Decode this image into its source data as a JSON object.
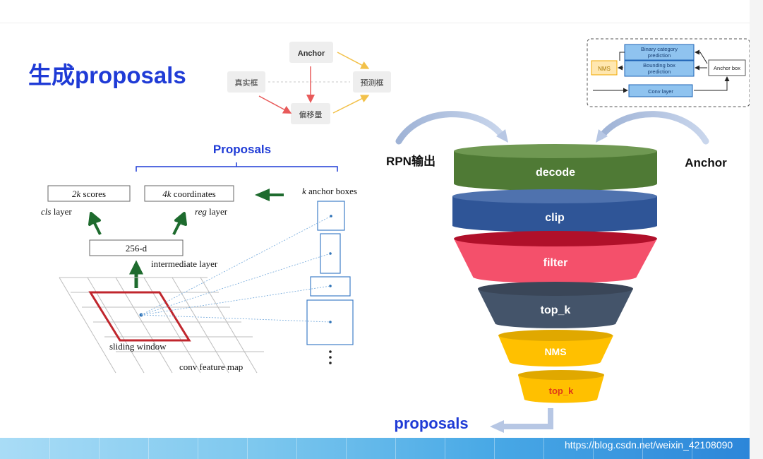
{
  "slide": {
    "title": "生成proposals",
    "watermark": "https://blog.csdn.net/weixin_42108090"
  },
  "anchor_diagram": {
    "anchor": "Anchor",
    "ground_truth": "真实框",
    "prediction": "预测框",
    "offset": "偏移量"
  },
  "rpn_head": {
    "legend_inputs": [
      "NMS"
    ],
    "binary_category": [
      "Binary category",
      "prediction"
    ],
    "bbox_prediction": [
      "Bounding box",
      "prediction"
    ],
    "anchor_box": "Anchor box",
    "conv_layer": "Conv layer"
  },
  "rpn_figure": {
    "proposals": "Proposals",
    "scores_k": "2k",
    "scores_text": " scores",
    "coords_k": "4k",
    "coords_text": " coordinates",
    "anchor_k": "k",
    "anchor_text": " anchor boxes",
    "cls_italic": "cls",
    "cls_text": " layer",
    "reg_italic": "reg",
    "reg_text": " layer",
    "d256": "256-d",
    "intermediate": "intermediate layer",
    "sliding": "sliding window",
    "convmap": "conv feature map"
  },
  "funnel": {
    "left_label": "RPN输出",
    "right_label": "Anchor",
    "output_label": "proposals",
    "stages": [
      "decode",
      "clip",
      "filter",
      "top_k",
      "NMS",
      "top_k"
    ],
    "colors": {
      "decode": "#4f7a35",
      "clip": "#2f5597",
      "filter": "#f4506b",
      "top_k": "#44546a",
      "NMS": "#ffc000",
      "top_k_2": "#ffc000",
      "top_k_2_text": "#e03a18"
    }
  }
}
